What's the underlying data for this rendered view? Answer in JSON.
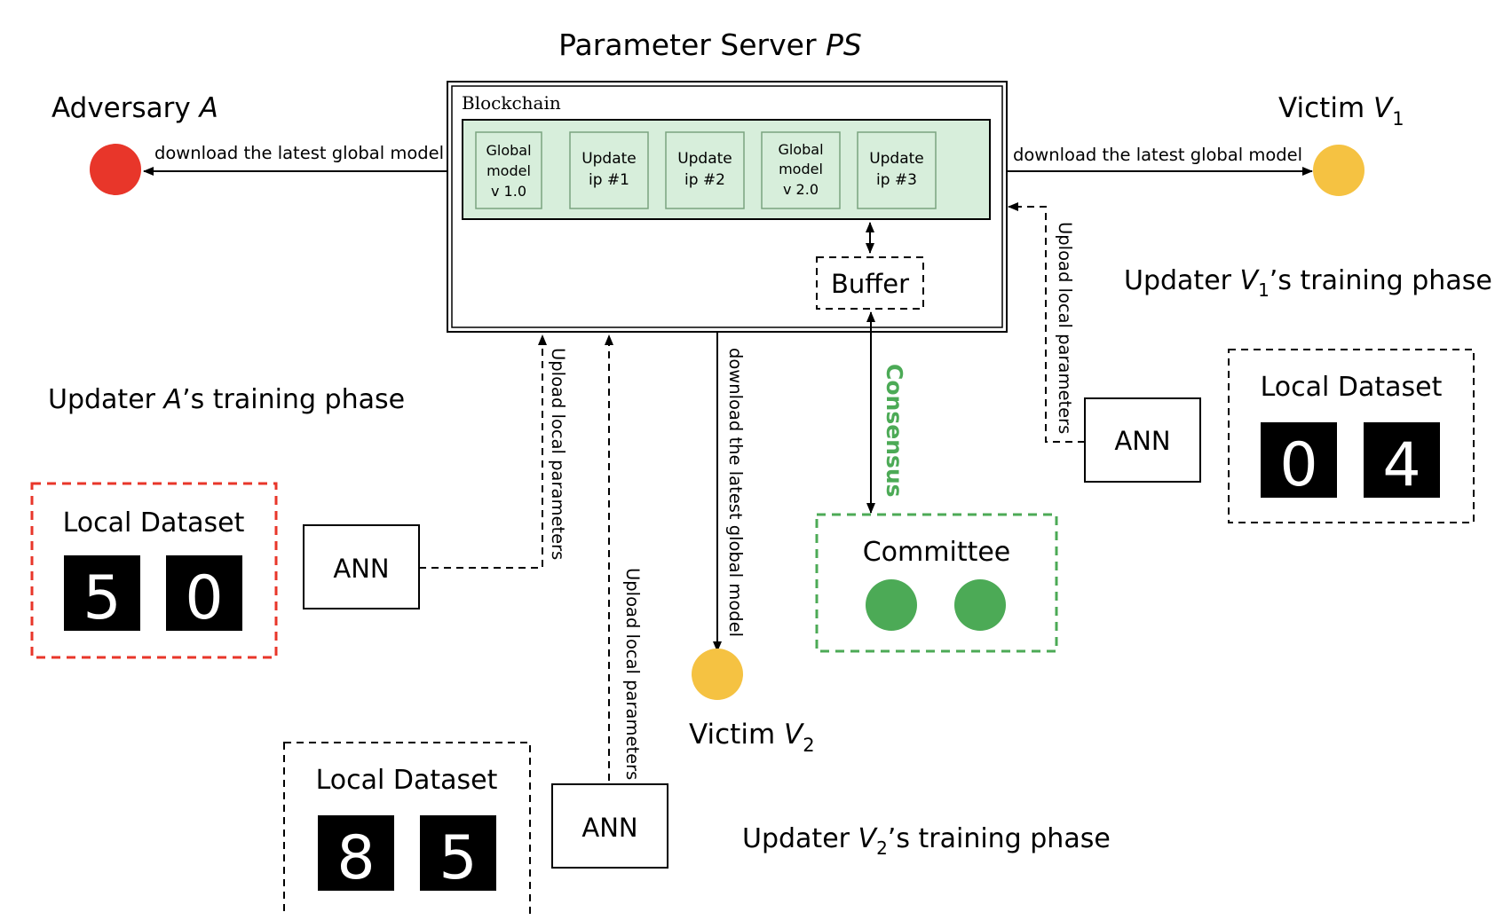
{
  "title": {
    "prefix": "Parameter Server ",
    "emph": "PS"
  },
  "adversary": {
    "prefix": "Adversary ",
    "emph": "A"
  },
  "victim1": {
    "prefix": "Victim ",
    "var": "V",
    "sub": "1"
  },
  "victim2": {
    "prefix": "Victim ",
    "var": "V",
    "sub": "2"
  },
  "blockchain": {
    "label": "Blockchain",
    "blocks": [
      {
        "lines": [
          "Global",
          "model",
          "v 1.0"
        ]
      },
      {
        "lines": [
          "Update",
          "ip #1"
        ]
      },
      {
        "lines": [
          "Update",
          "ip #2"
        ]
      },
      {
        "lines": [
          "Global",
          "model",
          "v 2.0"
        ]
      },
      {
        "lines": [
          "Update",
          "ip #3"
        ]
      }
    ]
  },
  "buffer": "Buffer",
  "consensus": "Consensus",
  "committee": "Committee",
  "ann": "ANN",
  "local_dataset": "Local Dataset",
  "download_label": "download the latest global model",
  "upload_label": "Upload local parameters",
  "phases": {
    "a": {
      "prefix": "Updater ",
      "emph": "A",
      "suffix": "’s training phase"
    },
    "v1": {
      "prefix": "Updater ",
      "var": "V",
      "sub": "1",
      "suffix": "’s training phase"
    },
    "v2": {
      "prefix": "Updater ",
      "var": "V",
      "sub": "2",
      "suffix": "’s training phase"
    }
  },
  "datasets": {
    "adversary": [
      "5",
      "0"
    ],
    "victim1": [
      "0",
      "4"
    ],
    "victim2": [
      "8",
      "5"
    ]
  },
  "colors": {
    "adversary": "#e8362a",
    "victim": "#f5c242",
    "committee": "#4caa56",
    "consensus": "#4caa56",
    "block_fill": "#d7eedb",
    "block_border": "#7aa37f",
    "adversary_dash": "#e8362a",
    "committee_dash": "#4caa56"
  }
}
